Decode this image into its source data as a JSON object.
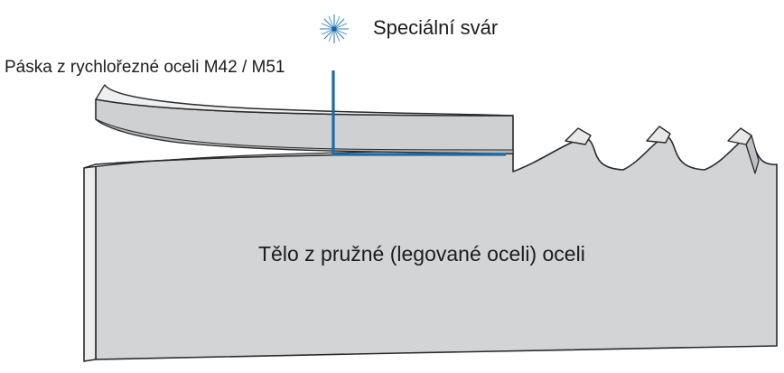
{
  "labels": {
    "special_weld": "Speciální svár",
    "hss_strip": "Páska z rychlořezné oceli M42 / M51",
    "body": "Tělo z pružné (legované oceli) oceli"
  },
  "icons": {
    "weld_marker": "sparkle-icon"
  },
  "colors": {
    "steel_fill": "#d3d4d6",
    "steel_dark": "#b4b5b8",
    "outline": "#2a2a2a",
    "leader_line": "#1f6aa5",
    "sparkle": "#2f80c0"
  }
}
